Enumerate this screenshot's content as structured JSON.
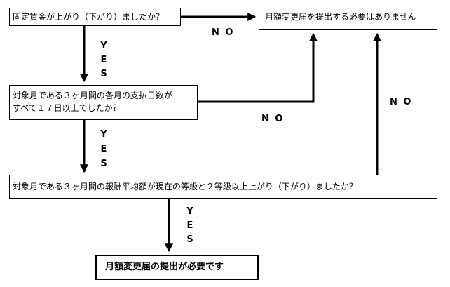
{
  "boxes": {
    "q1": "固定賃金が上がり（下がり）ましたか？",
    "no_change": "月額変更届を提出する必要はありません",
    "q2_line1": "対象月である３ヶ月間の各月の支払日数が",
    "q2_line2": "すべて１７日以上でしたか？",
    "q3": "対象月である３ヶ月間の報酬平均額が現在の等級と２等級以上上がり（下がり）ましたか？",
    "required": "月額変更届の提出が必要です"
  },
  "labels": {
    "yes_letters": [
      "Y",
      "E",
      "S"
    ],
    "no": "N O"
  },
  "colors": {
    "line": "#000000",
    "background": "#ffffff"
  }
}
